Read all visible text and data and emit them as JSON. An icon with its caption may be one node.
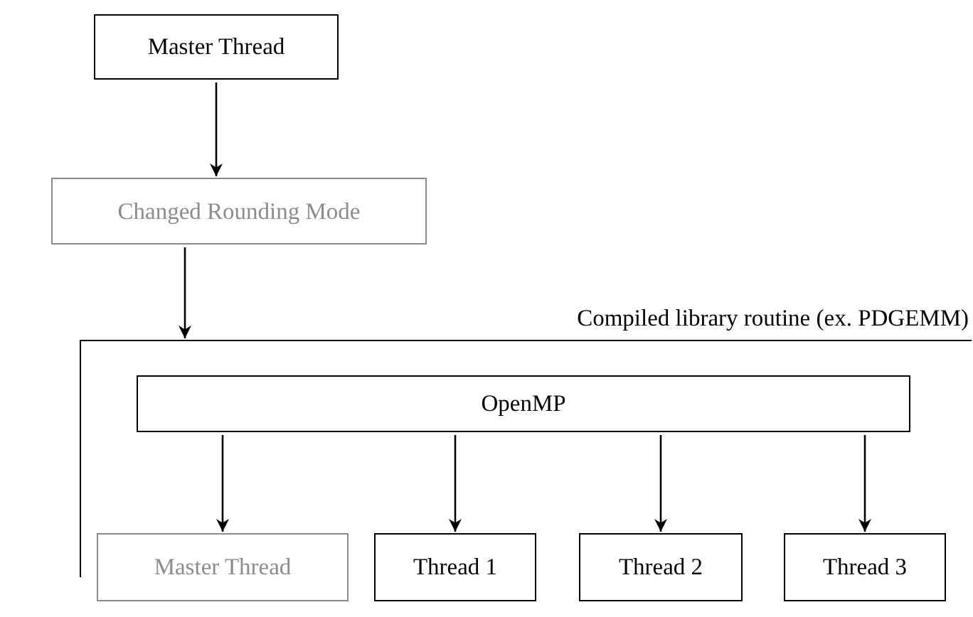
{
  "diagram": {
    "nodes": [
      {
        "text": [
          "Master Thread"
        ]
      },
      {
        "text": [
          "Changed Rounding Mode"
        ]
      },
      {
        "text": [
          "Compiled library routine (ex. PDGEMM)"
        ]
      },
      {
        "text": [
          "OpenMP"
        ],
        "in": 2
      },
      {
        "text": [
          "Master Thread"
        ],
        "in": 2
      },
      {
        "text": [
          "Thread 1"
        ],
        "in": 2
      },
      {
        "text": [
          "Thread 2"
        ],
        "in": 2
      },
      {
        "text": [
          "Thread 3"
        ],
        "in": 2
      }
    ],
    "edges": [
      {
        "from": 0,
        "to": 1,
        "arrow": "to"
      },
      {
        "from": 1,
        "to": 2,
        "arrow": "to"
      },
      {
        "from": 3,
        "to": 4,
        "arrow": "to"
      },
      {
        "from": 3,
        "to": 5,
        "arrow": "to"
      },
      {
        "from": 3,
        "to": 6,
        "arrow": "to"
      },
      {
        "from": 3,
        "to": 7,
        "arrow": "to"
      }
    ]
  }
}
